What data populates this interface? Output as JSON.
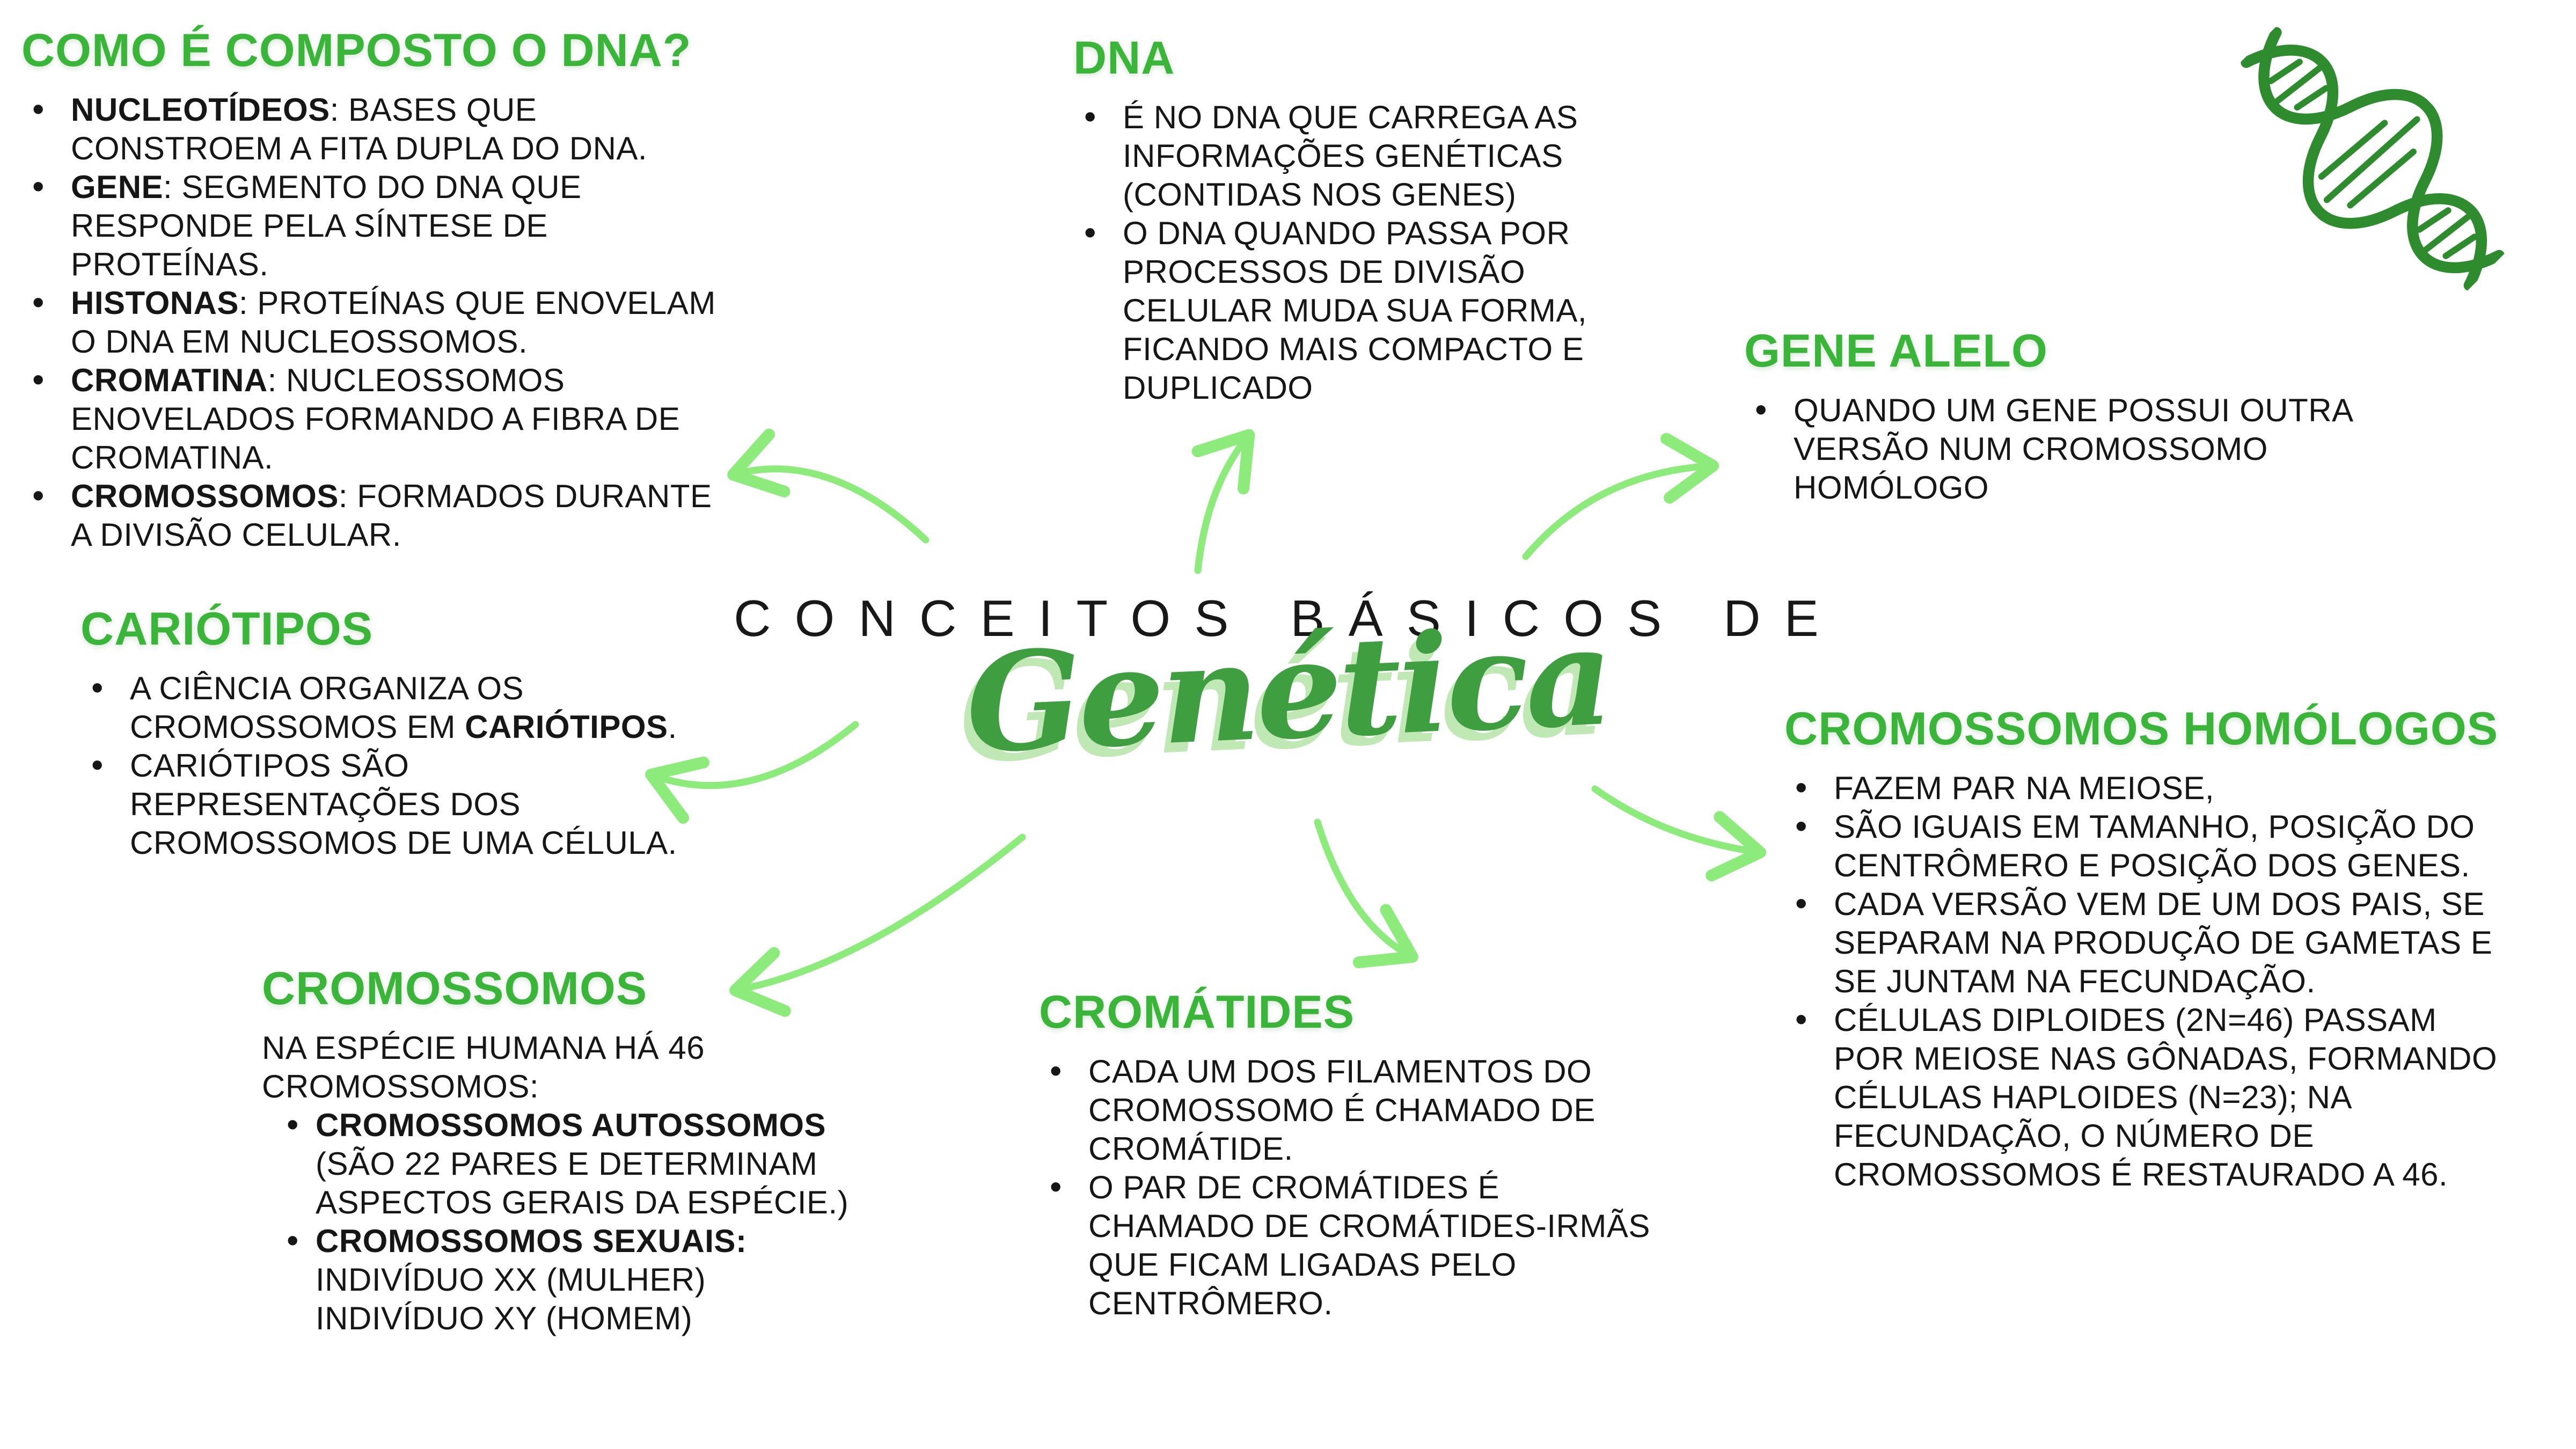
{
  "colors": {
    "heading_green": "#3ab53a",
    "script_green": "#3f9e3f",
    "script_shadow_green": "#8cd678",
    "arrow_green": "#8deb7c",
    "icon_green": "#2e8b2e",
    "body_text": "#161616",
    "background": "#ffffff"
  },
  "title": {
    "kicker": "CONCEITOS BÁSICOS DE",
    "script": "Genética"
  },
  "icon": {
    "name": "dna-helix-icon"
  },
  "connectors": [
    {
      "name": "arrow-to-como-e-composto"
    },
    {
      "name": "arrow-to-dna"
    },
    {
      "name": "arrow-to-gene-alelo"
    },
    {
      "name": "arrow-to-cariotipos"
    },
    {
      "name": "arrow-to-cromossomos-homologos"
    },
    {
      "name": "arrow-to-cromossomos"
    },
    {
      "name": "arrow-to-cromatides"
    }
  ],
  "sections": {
    "composto": {
      "heading": "COMO É COMPOSTO O DNA?",
      "items": [
        [
          {
            "b": "NUCLEOTÍDEOS",
            "a": ": BASES QUE"
          },
          {
            "p": "CONSTROEM A FITA DUPLA DO DNA."
          }
        ],
        [
          {
            "b": "GENE",
            "a": ": SEGMENTO DO DNA QUE"
          },
          {
            "p": "RESPONDE PELA SÍNTESE DE"
          },
          {
            "p": "PROTEÍNAS."
          }
        ],
        [
          {
            "b": "HISTONAS",
            "a": ": PROTEÍNAS QUE ENOVELAM"
          },
          {
            "p": "O DNA EM NUCLEOSSOMOS."
          }
        ],
        [
          {
            "b": "CROMATINA",
            "a": ": NUCLEOSSOMOS"
          },
          {
            "p": "ENOVELADOS FORMANDO A FIBRA DE"
          },
          {
            "p": "CROMATINA."
          }
        ],
        [
          {
            "b": "CROMOSSOMOS",
            "a": ": FORMADOS DURANTE"
          },
          {
            "p": "A DIVISÃO CELULAR."
          }
        ]
      ]
    },
    "dna": {
      "heading": "DNA",
      "items": [
        [
          {
            "p": "É NO DNA QUE CARREGA AS"
          },
          {
            "p": "INFORMAÇÕES GENÉTICAS"
          },
          {
            "p": "(CONTIDAS NOS GENES)"
          }
        ],
        [
          {
            "p": "O DNA QUANDO PASSA POR"
          },
          {
            "p": "PROCESSOS DE DIVISÃO"
          },
          {
            "p": "CELULAR MUDA SUA FORMA,"
          },
          {
            "p": "FICANDO MAIS COMPACTO E"
          },
          {
            "p": "DUPLICADO"
          }
        ]
      ]
    },
    "gene_alelo": {
      "heading": "GENE ALELO",
      "items": [
        [
          {
            "p": "QUANDO UM GENE POSSUI OUTRA"
          },
          {
            "p": "VERSÃO NUM CROMOSSOMO"
          },
          {
            "p": "HOMÓLOGO"
          }
        ]
      ]
    },
    "cariotipos": {
      "heading": "CARIÓTIPOS",
      "items": [
        [
          {
            "p": "A CIÊNCIA ORGANIZA OS"
          },
          {
            "p": "CROMOSSOMOS EM ",
            "b": "CARIÓTIPOS",
            "a": "."
          }
        ],
        [
          {
            "p": "CARIÓTIPOS SÃO"
          },
          {
            "p": "REPRESENTAÇÕES DOS"
          },
          {
            "p": "CROMOSSOMOS DE UMA CÉLULA."
          }
        ]
      ]
    },
    "homologos": {
      "heading": "CROMOSSOMOS HOMÓLOGOS",
      "items": [
        [
          {
            "p": "FAZEM PAR NA MEIOSE,"
          }
        ],
        [
          {
            "p": "SÃO IGUAIS EM TAMANHO, POSIÇÃO DO"
          },
          {
            "p": "CENTRÔMERO E POSIÇÃO DOS GENES."
          }
        ],
        [
          {
            "p": "CADA VERSÃO VEM DE UM DOS PAIS, SE"
          },
          {
            "p": "SEPARAM NA PRODUÇÃO DE GAMETAS E"
          },
          {
            "p": "SE JUNTAM NA FECUNDAÇÃO."
          }
        ],
        [
          {
            "p": "CÉLULAS DIPLOIDES (2N=46) PASSAM"
          },
          {
            "p": "POR MEIOSE NAS GÔNADAS, FORMANDO"
          },
          {
            "p": "CÉLULAS HAPLOIDES (N=23); NA"
          },
          {
            "p": "FECUNDAÇÃO, O NÚMERO DE"
          },
          {
            "p": "CROMOSSOMOS É RESTAURADO A 46."
          }
        ]
      ]
    },
    "cromossomos": {
      "heading": "CROMOSSOMOS",
      "intro": [
        "NA ESPÉCIE HUMANA HÁ 46",
        "CROMOSSOMOS:"
      ],
      "items": [
        [
          {
            "b": "CROMOSSOMOS AUTOSSOMOS"
          },
          {
            "p": "(SÃO 22 PARES E DETERMINAM"
          },
          {
            "p": "ASPECTOS GERAIS DA ESPÉCIE.)"
          }
        ],
        [
          {
            "b": "CROMOSSOMOS SEXUAIS:"
          },
          {
            "p": "INDIVÍDUO XX (MULHER)"
          },
          {
            "p": "INDIVÍDUO XY (HOMEM)"
          }
        ]
      ]
    },
    "cromatides": {
      "heading": "CROMÁTIDES",
      "items": [
        [
          {
            "p": "CADA UM DOS FILAMENTOS DO"
          },
          {
            "p": "CROMOSSOMO É CHAMADO DE"
          },
          {
            "p": "CROMÁTIDE."
          }
        ],
        [
          {
            "p": "O PAR DE CROMÁTIDES É"
          },
          {
            "p": "CHAMADO DE CROMÁTIDES-IRMÃS"
          },
          {
            "p": "QUE FICAM LIGADAS PELO"
          },
          {
            "p": "CENTRÔMERO."
          }
        ]
      ]
    }
  }
}
